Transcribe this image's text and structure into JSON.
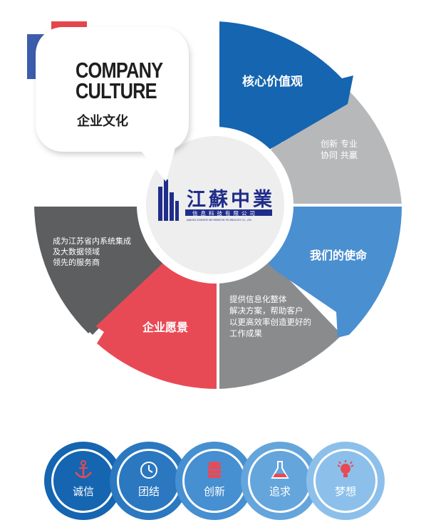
{
  "card": {
    "title_line1": "COMPANY",
    "title_line2": "CULTURE",
    "subtitle": "企业文化"
  },
  "center_logo": {
    "name": "江蘇中業",
    "tagline": "信息科技有限公司",
    "english": "JIANGSU ZHONGYE INFORMATION TECHNOLOGY CO., LTD."
  },
  "segments": {
    "core_values_title": "核心价值观",
    "core_values_line1": "创新  专业",
    "core_values_line2": "协同  共赢",
    "mission_title": "我们的使命",
    "mission_line1": "提供信息化整体",
    "mission_line2": "解决方案，帮助客户",
    "mission_line3": "以更高效率创造更好的",
    "mission_line4": "工作成果",
    "vision_title": "企业愿景",
    "vision_line1": "成为江苏省内系统集成",
    "vision_line2": "及大数据领域",
    "vision_line3": "领先的服务商"
  },
  "values": [
    {
      "label": "诚信",
      "icon": "anchor-icon",
      "color": "#1565b0"
    },
    {
      "label": "团结",
      "icon": "clock-icon",
      "color": "#2b78c0"
    },
    {
      "label": "创新",
      "icon": "database-icon",
      "color": "#468fd0"
    },
    {
      "label": "追求",
      "icon": "flask-icon",
      "color": "#64a5dc"
    },
    {
      "label": "梦想",
      "icon": "lightbulb-icon",
      "color": "#8cc0ea"
    }
  ],
  "colors": {
    "blue_dark": "#1565b0",
    "blue_mid": "#4a8fd0",
    "grey_light": "#b7b8ba",
    "grey_mid": "#8a8b8d",
    "grey_dark": "#5d5e60",
    "red": "#e84a55",
    "accent_red": "#e1242c",
    "navy": "#1f2d8a"
  }
}
